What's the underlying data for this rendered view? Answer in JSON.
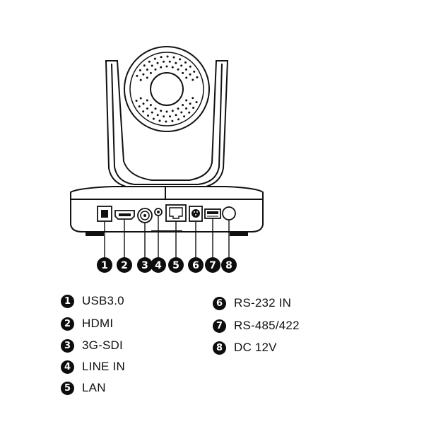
{
  "diagram": {
    "ports": [
      {
        "number": "1",
        "label": "USB3.0"
      },
      {
        "number": "2",
        "label": "HDMI"
      },
      {
        "number": "3",
        "label": "3G-SDI"
      },
      {
        "number": "4",
        "label": "LINE IN"
      },
      {
        "number": "5",
        "label": "LAN"
      },
      {
        "number": "6",
        "label": "RS-232 IN"
      },
      {
        "number": "7",
        "label": "RS-485/422"
      },
      {
        "number": "8",
        "label": "DC 12V"
      }
    ]
  }
}
